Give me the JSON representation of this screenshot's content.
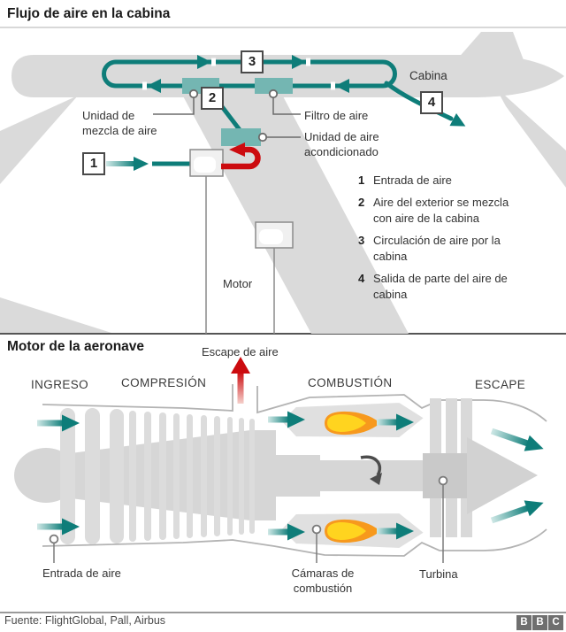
{
  "top_section": {
    "title": "Flujo de aire en la cabina",
    "cabin_label": "Cabina",
    "badges": {
      "b1": "1",
      "b2": "2",
      "b3": "3",
      "b4": "4"
    },
    "labels": {
      "mix_unit_l1": "Unidad de",
      "mix_unit_l2": "mezcla de aire",
      "air_filter": "Filtro de aire",
      "ac_unit_l1": "Unidad de aire",
      "ac_unit_l2": "acondicionado",
      "engine": "Motor"
    },
    "legend": [
      {
        "num": "1",
        "text": "Entrada de aire"
      },
      {
        "num": "2",
        "text": "Aire del exterior se mezcla con aire de la cabina"
      },
      {
        "num": "3",
        "text": "Circulación de aire por la cabina"
      },
      {
        "num": "4",
        "text": "Salida de parte del aire de cabina"
      }
    ]
  },
  "bottom_section": {
    "title": "Motor de la aeronave",
    "escape_air": "Escape de aire",
    "stages": [
      "INGRESO",
      "COMPRESIÓN",
      "COMBUSTIÓN",
      "ESCAPE"
    ],
    "labels": {
      "air_intake": "Entrada de aire",
      "combustion_l1": "Cámaras de",
      "combustion_l2": "combustión",
      "turbine": "Turbina"
    }
  },
  "footer": {
    "source": "Fuente: FlightGlobal, Pall, Airbus",
    "logo": [
      "B",
      "B",
      "C"
    ]
  },
  "colors": {
    "teal": "#0e7d79",
    "teal_light": "#74b6b2",
    "red": "#cc0b0f",
    "plane_gray": "#dadada",
    "engine_gray": "#d6d6d6",
    "flame_orange": "#f7991d",
    "flame_yellow": "#ffd41f"
  }
}
